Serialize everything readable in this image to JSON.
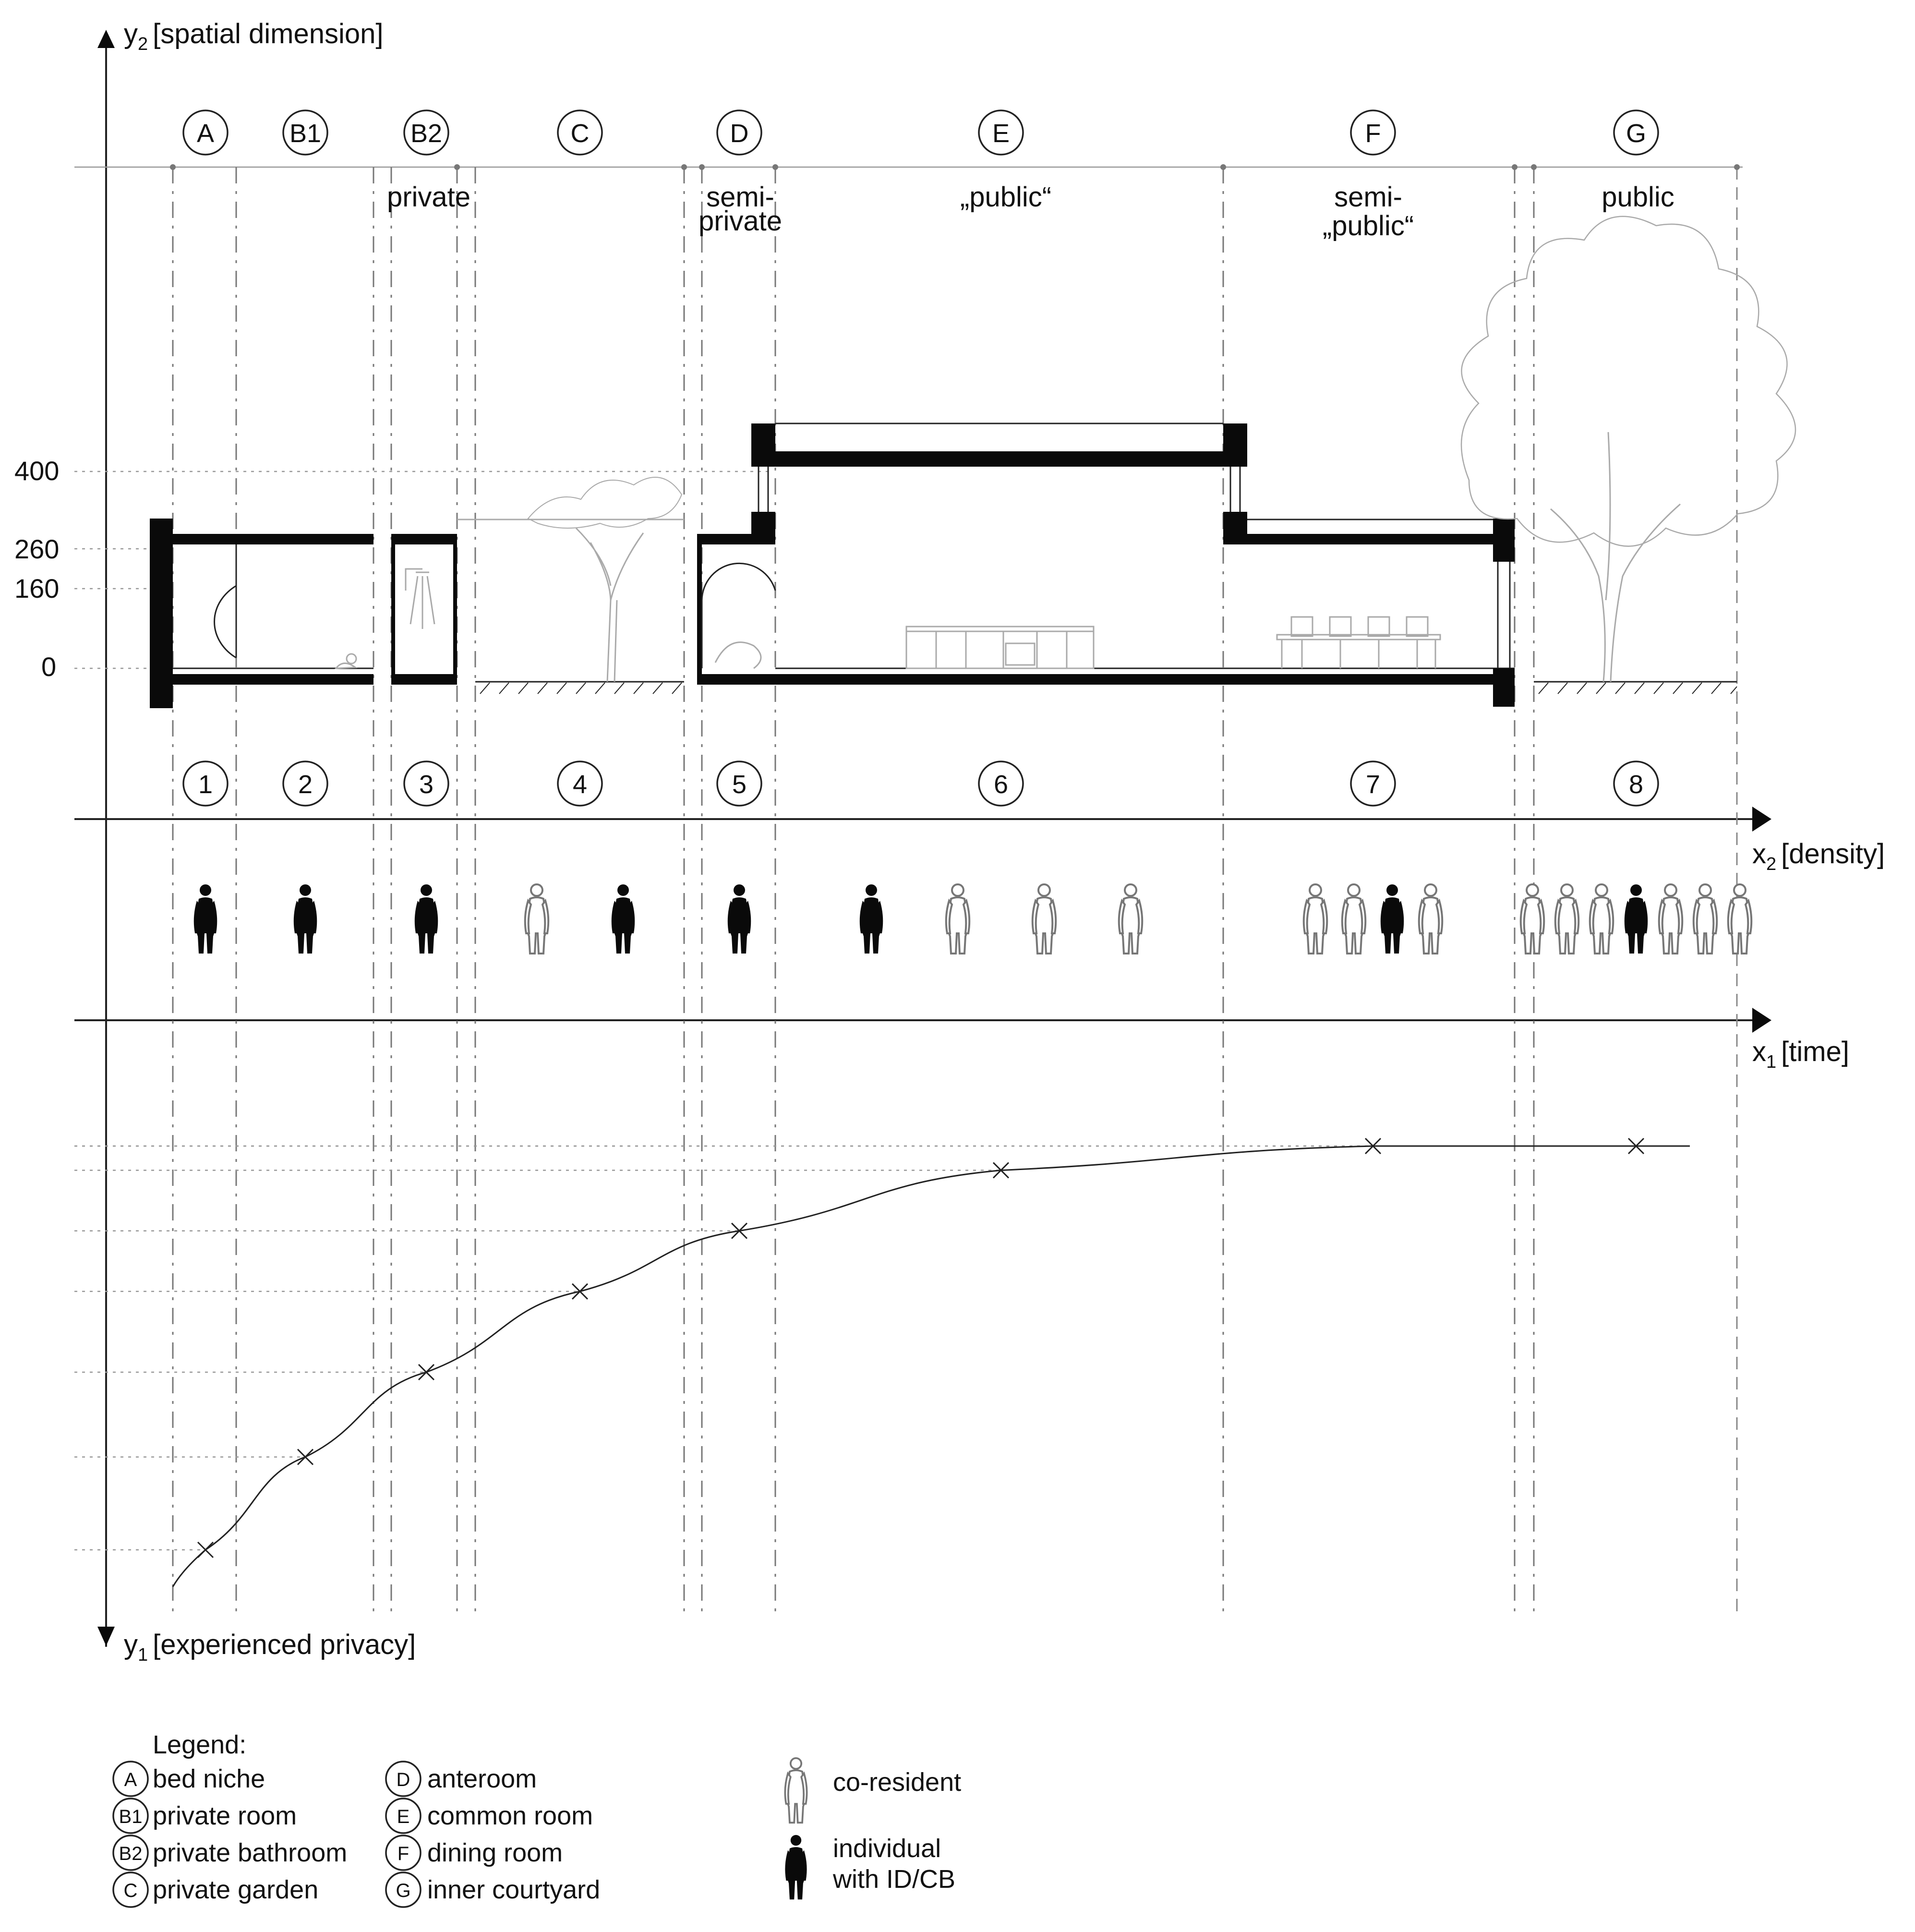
{
  "axes": {
    "y2": {
      "prefix": "y",
      "sub": "2",
      "label": "[spatial dimension]"
    },
    "x2": {
      "prefix": "x",
      "sub": "2",
      "label": "[density]"
    },
    "x1": {
      "prefix": "x",
      "sub": "1",
      "label": "[time]"
    },
    "y1": {
      "prefix": "y",
      "sub": "1",
      "label": "[experienced privacy]"
    }
  },
  "height_ticks": [
    "400",
    "260",
    "160",
    "0"
  ],
  "space_letters": [
    "A",
    "B1",
    "B2",
    "C",
    "D",
    "E",
    "F",
    "G"
  ],
  "zone_labels": {
    "private": "private",
    "semi_private_1": "semi-",
    "semi_private_2": "private",
    "public_quoted": "„public“",
    "semi_public_1": "semi-",
    "semi_public_2": "„public“",
    "public": "public"
  },
  "space_numbers": [
    "1",
    "2",
    "3",
    "4",
    "5",
    "6",
    "7",
    "8"
  ],
  "privacy_curve": {
    "note_values_are_relative_rank": true,
    "points": [
      {
        "space": "1",
        "value": 1.0
      },
      {
        "space": "2",
        "value": 0.77
      },
      {
        "space": "3",
        "value": 0.56
      },
      {
        "space": "4",
        "value": 0.36
      },
      {
        "space": "5",
        "value": 0.21
      },
      {
        "space": "6",
        "value": 0.06
      },
      {
        "space": "7",
        "value": 0.0
      },
      {
        "space": "8",
        "value": 0.0
      }
    ]
  },
  "density_figures": [
    {
      "space": "1",
      "individual": 1,
      "co_residents": 0
    },
    {
      "space": "2",
      "individual": 1,
      "co_residents": 0
    },
    {
      "space": "3",
      "individual": 1,
      "co_residents": 0
    },
    {
      "space": "4",
      "individual": 1,
      "co_residents": 1
    },
    {
      "space": "5",
      "individual": 1,
      "co_residents": 0
    },
    {
      "space": "6",
      "individual": 1,
      "co_residents": 3
    },
    {
      "space": "7",
      "individual": 1,
      "co_residents": 3
    },
    {
      "space": "8",
      "individual": 1,
      "co_residents": 6
    }
  ],
  "legend": {
    "title": "Legend:",
    "items_left": [
      {
        "key": "A",
        "label": "bed niche"
      },
      {
        "key": "B1",
        "label": "private room"
      },
      {
        "key": "B2",
        "label": "private bathroom"
      },
      {
        "key": "C",
        "label": "private garden"
      }
    ],
    "items_right": [
      {
        "key": "D",
        "label": "anteroom"
      },
      {
        "key": "E",
        "label": "common room"
      },
      {
        "key": "F",
        "label": "dining room"
      },
      {
        "key": "G",
        "label": "inner courtyard"
      }
    ],
    "co_resident": "co-resident",
    "individual_line1": "individual",
    "individual_line2": "with ID/CB"
  },
  "colors": {
    "ink": "#0a0a0a",
    "grey_lines": "#888888",
    "light_figure": "#777777"
  }
}
